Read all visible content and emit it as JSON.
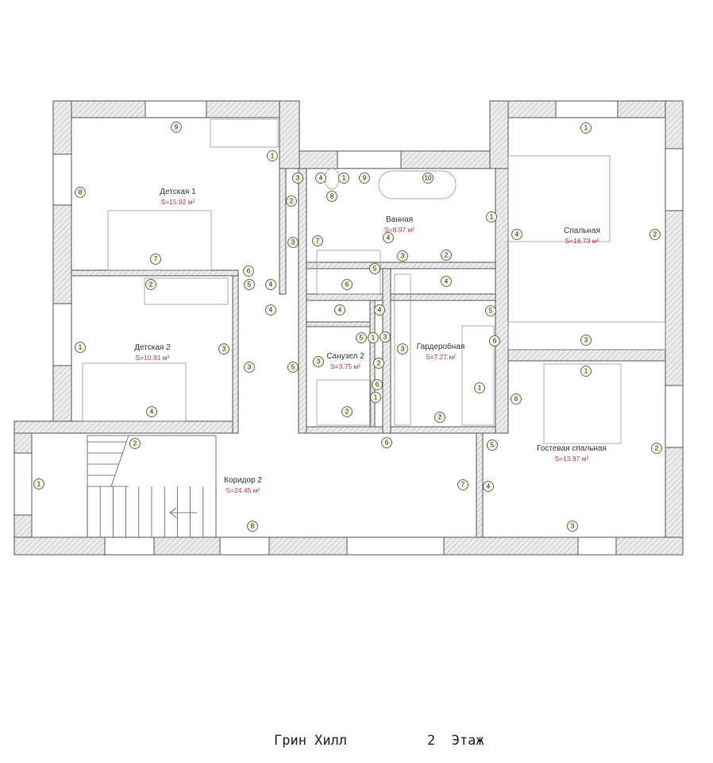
{
  "plan": {
    "project_name": "Грин Хилл",
    "floor_label": "2  Этаж",
    "colors": {
      "wall": "#cfcfcf",
      "line": "#555555",
      "area_text": "#b03060",
      "marker_fill": "#f6f2dc"
    },
    "rooms": [
      {
        "name": "Детская 1",
        "area": "S=15.92 м²"
      },
      {
        "name": "Ванная",
        "area": "S=8.97 м²"
      },
      {
        "name": "Спальная",
        "area": "S=16.73 м²"
      },
      {
        "name": "Детская 2",
        "area": "S=10.91 м²"
      },
      {
        "name": "Санузел 2",
        "area": "S=3.75 м²"
      },
      {
        "name": "Гардеробная",
        "area": "S=7.27 м²"
      },
      {
        "name": "Гостевая спальная",
        "area": "S=13.97 м²"
      },
      {
        "name": "Коридор 2",
        "area": "S=24.45 м²"
      }
    ],
    "markers": [
      "9",
      "1",
      "8",
      "7",
      "2",
      "3",
      "6",
      "5",
      "4",
      "4",
      "3",
      "4",
      "1",
      "9",
      "8",
      "10",
      "7",
      "5",
      "6",
      "4",
      "3",
      "2",
      "1",
      "4",
      "4",
      "4",
      "5",
      "1",
      "3",
      "3",
      "2",
      "6",
      "1",
      "2",
      "5",
      "4",
      "5",
      "6",
      "3",
      "1",
      "2",
      "6",
      "1",
      "2",
      "3",
      "1",
      "6",
      "5",
      "2",
      "7",
      "4",
      "3",
      "2",
      "1",
      "3",
      "3",
      "4",
      "2",
      "1",
      "8"
    ]
  }
}
